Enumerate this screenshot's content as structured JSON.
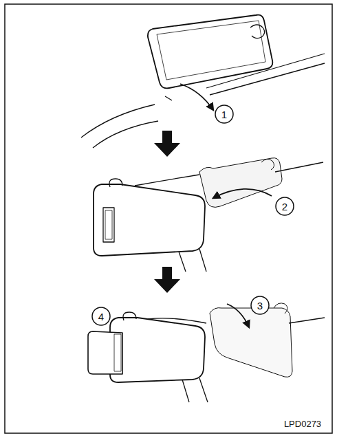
{
  "diagram": {
    "labels": [
      "1",
      "2",
      "3",
      "4",
      "LPD0273"
    ]
  }
}
